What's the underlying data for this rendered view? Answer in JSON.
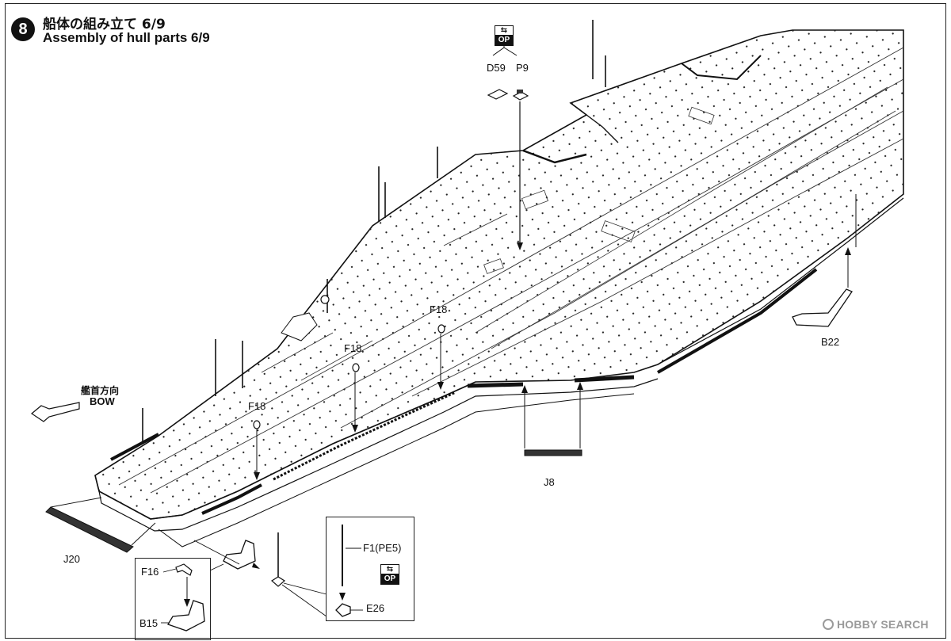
{
  "step": {
    "number": "8",
    "title_jp": "船体の組み立て 6/9",
    "title_en": "Assembly of hull parts 6/9"
  },
  "direction": {
    "label_jp": "艦首方向",
    "label_en": "BOW"
  },
  "parts": {
    "d59": "D59",
    "p9": "P9",
    "f18": "F18",
    "b22": "B22",
    "j8": "J8",
    "j20": "J20",
    "f16": "F16",
    "b15": "B15",
    "f1": "F1(PE5)",
    "e26": "E26"
  },
  "badges": {
    "optional": "OP"
  },
  "watermark": "HOBBY SEARCH",
  "colors": {
    "line": "#111111",
    "deck": "#ffffff",
    "dots": "#222222",
    "watermark": "#9a9a9a"
  }
}
